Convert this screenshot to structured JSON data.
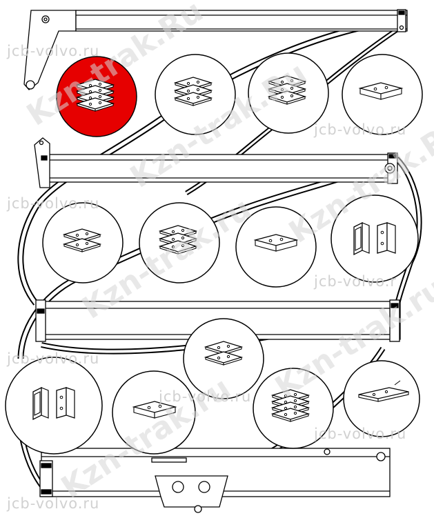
{
  "diagram": {
    "kind": "exploded wear-pad layout on telescopic boom sections",
    "highlight_color": "#e60000",
    "line_color": "#000000",
    "circle_fill": "#ffffff",
    "highlighted_part_index": 0,
    "parts": [
      {
        "id": "pad-1",
        "style": "stack-4",
        "highlighted": true
      },
      {
        "id": "pad-2",
        "style": "stack-3"
      },
      {
        "id": "pad-3",
        "style": "stack-3"
      },
      {
        "id": "pad-4",
        "style": "single-thick"
      },
      {
        "id": "pad-5",
        "style": "stack-2"
      },
      {
        "id": "pad-6",
        "style": "stack-3"
      },
      {
        "id": "pad-7",
        "style": "single-thick"
      },
      {
        "id": "pad-8",
        "style": "slotted-pair"
      },
      {
        "id": "pad-9",
        "style": "stack-2"
      },
      {
        "id": "pad-10",
        "style": "slotted-pair"
      },
      {
        "id": "pad-11",
        "style": "single-thick"
      },
      {
        "id": "pad-12",
        "style": "stack-4"
      },
      {
        "id": "pad-13",
        "style": "single-long"
      }
    ],
    "boom_sections": [
      {
        "id": "section-1",
        "label": ""
      },
      {
        "id": "section-2",
        "label": ""
      },
      {
        "id": "section-3",
        "label": ""
      },
      {
        "id": "section-4",
        "label": ""
      }
    ]
  },
  "watermarks": {
    "small": "jcb-volvo.ru",
    "small_alt": "jcb-volvo.r",
    "big": "Kzn-trak.Ru",
    "big_alt": "Kzn-trak.ru"
  }
}
